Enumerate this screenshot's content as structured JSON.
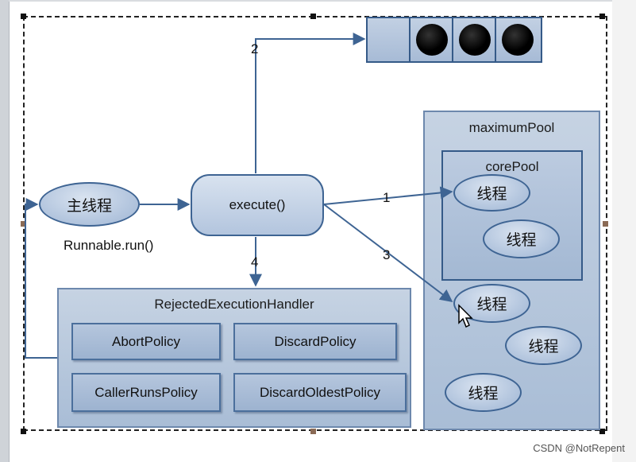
{
  "main_thread": {
    "label": "主线程",
    "caption": "Runnable.run()"
  },
  "execute": {
    "label": "execute()"
  },
  "edges": {
    "e1": "1",
    "e2": "2",
    "e3": "3",
    "e4": "4"
  },
  "maximum_pool": {
    "title": "maximumPool",
    "core_pool": {
      "title": "corePool",
      "threads": [
        "线程",
        "线程"
      ]
    },
    "threads": [
      "线程",
      "线程",
      "线程"
    ]
  },
  "rejected_handler": {
    "title": "RejectedExecutionHandler",
    "policies": [
      "AbortPolicy",
      "DiscardPolicy",
      "CallerRunsPolicy",
      "DiscardOldestPolicy"
    ]
  },
  "queue": {
    "slots": 4,
    "filled": 3
  },
  "watermark": "CSDN @NotRepent",
  "colors": {
    "node_fill": "#b5c7df",
    "node_border": "#3e6493",
    "arrow": "#3e6493",
    "panel": "#a9bdd6"
  }
}
